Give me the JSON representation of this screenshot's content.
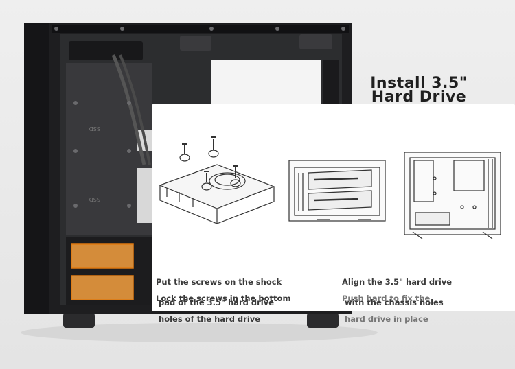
{
  "title": {
    "line1": "Install 3.5\"",
    "line2": "Hard Drive"
  },
  "steps": [
    {
      "caption_line1": "Put the screws on the shock",
      "caption_line2": " pad of the 3.5\" hard drive"
    },
    {
      "caption_line1": "Lock the screws in the bottom",
      "caption_line2": " holes of the hard drive"
    },
    {
      "caption_line1": "Align the 3.5\" hard drive",
      "caption_line2": " with the chassis holes"
    },
    {
      "caption_line1": "Push hard to fix the",
      "caption_line2": " hard drive in place"
    }
  ],
  "photo": {
    "drive_tray_labels": [
      "SSD",
      "SSD"
    ],
    "highlight_color": "#f5a040"
  },
  "colors": {
    "case": "#1e1e20",
    "interior": "#2a2b2d",
    "panel": "#ffffff",
    "line_art": "#333333"
  }
}
